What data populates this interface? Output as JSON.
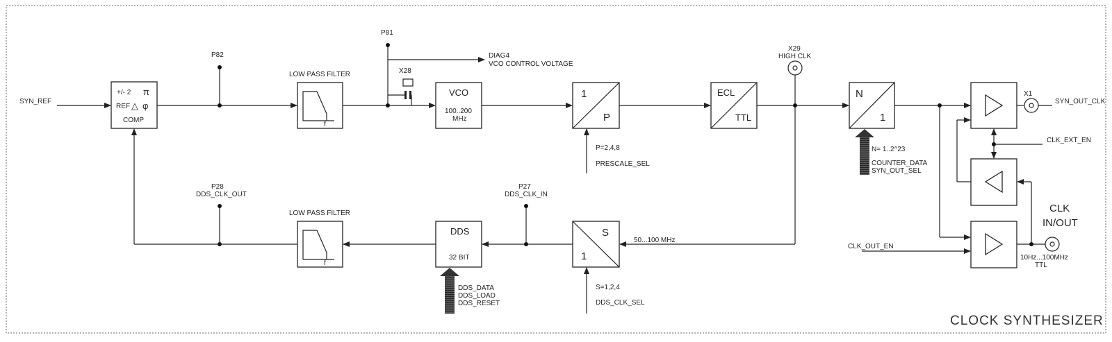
{
  "title": "CLOCK SYNTHESIZER",
  "inputs": {
    "syn_ref": "SYN_REF",
    "clk_ext_en": "CLK_EXT_EN",
    "clk_out_en": "CLK_OUT_EN"
  },
  "outputs": {
    "syn_out_clk": "SYN_OUT_CLK",
    "clk_inout_line1": "CLK",
    "clk_inout_line2": "IN/OUT",
    "clk_inout_spec_1": "10Hz...100MHz",
    "clk_inout_spec_2": "TTL"
  },
  "connectors": {
    "x1": "X1",
    "x28": "X28",
    "x29": "X29",
    "x29_sub": "HIGH CLK"
  },
  "test_points": {
    "p81": "P81",
    "p82": "P82",
    "p28": "P28",
    "p28_sub": "DDS_CLK_OUT",
    "p27": "P27",
    "p27_sub": "DDS_CLK_IN"
  },
  "blocks": {
    "phase_comp": {
      "line1": "+/- 2",
      "pi": "π",
      "ref": "REF",
      "delta": "△",
      "phi": "φ",
      "name": "COMP"
    },
    "lpf_top": {
      "label": "LOW PASS FILTER",
      "axis": "f"
    },
    "lpf_bottom": {
      "label": "LOW PASS FILTER",
      "axis": "f"
    },
    "vco": {
      "name": "VCO",
      "range1": "100..200",
      "range2": "MHz"
    },
    "prescaler": {
      "num": "1",
      "den": "P",
      "note": "P=2,4,8",
      "control": "PRESCALE_SEL"
    },
    "ecl_ttl": {
      "top": "ECL",
      "bottom": "TTL"
    },
    "divider_n": {
      "num": "N",
      "den": "1",
      "note": "N= 1..2^23",
      "control1": "COUNTER_DATA",
      "control2": "SYN_OUT_SEL"
    },
    "divider_s": {
      "num": "S",
      "den": "1",
      "note": "S=1,2,4",
      "control": "DDS_CLK_SEL",
      "freq": "50...100 MHz"
    },
    "dds": {
      "name": "DDS",
      "bits": "32 BIT",
      "control1": "DDS_DATA",
      "control2": "DDS_LOAD",
      "control3": "DDS_RESET"
    }
  },
  "diag": {
    "line1": "DIAG4",
    "line2": "VCO CONTROL VOLTAGE"
  }
}
